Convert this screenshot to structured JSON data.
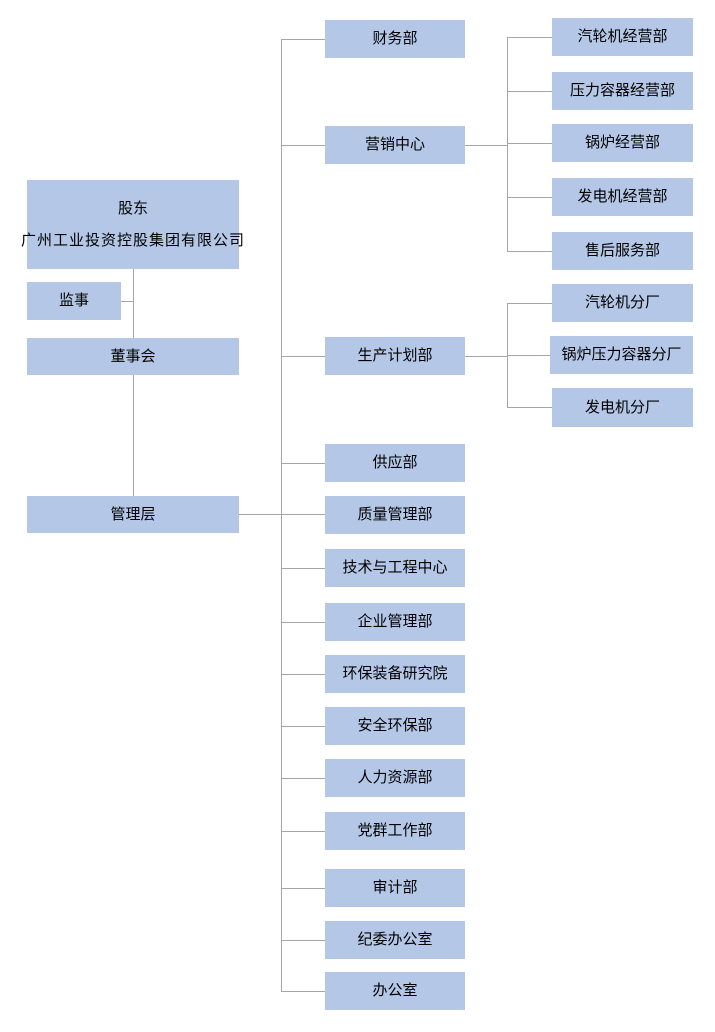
{
  "org": {
    "governance": {
      "shareholder_title": "股东",
      "shareholder_name": "广州工业投资控股集团有限公司",
      "supervisor": "监事",
      "board": "董事会",
      "management": "管理层"
    },
    "departments": [
      "财务部",
      "营销中心",
      "生产计划部",
      "供应部",
      "质量管理部",
      "技术与工程中心",
      "企业管理部",
      "环保装备研究院",
      "安全环保部",
      "人力资源部",
      "党群工作部",
      "审计部",
      "纪委办公室",
      "办公室"
    ],
    "marketing_sub_departments": [
      "汽轮机经营部",
      "压力容器经营部",
      "锅炉经营部",
      "发电机经营部",
      "售后服务部"
    ],
    "production_sub_departments": [
      "汽轮机分厂",
      "锅炉压力容器分厂",
      "发电机分厂"
    ],
    "colors": {
      "box_fill": "#b4c7e7",
      "connector_line": "#a6a6a6",
      "text": "#000000",
      "background": "#ffffff"
    }
  }
}
